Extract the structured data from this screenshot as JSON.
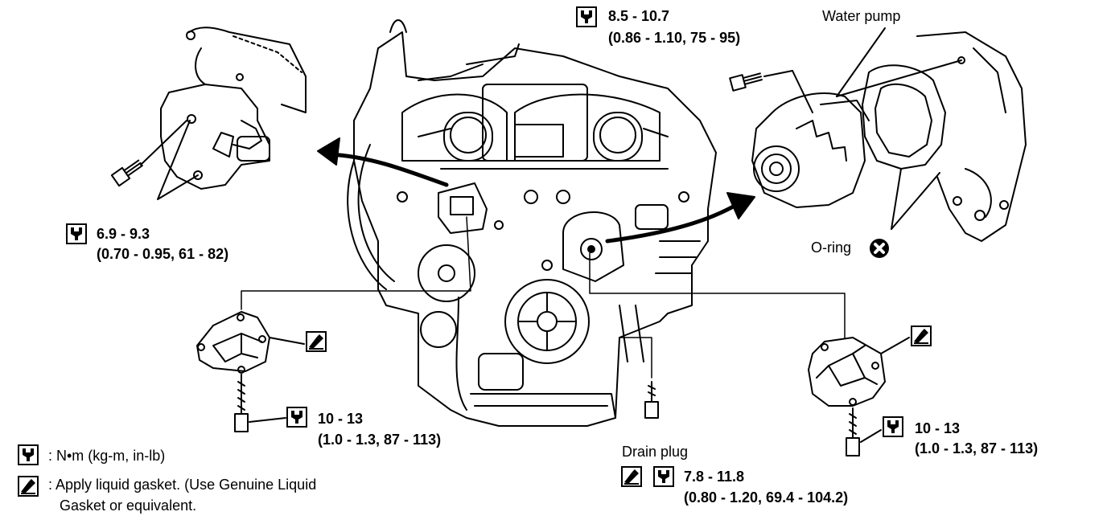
{
  "callouts": {
    "top_torque": {
      "value": "8.5 - 10.7",
      "detail": "(0.86 - 1.10, 75 - 95)"
    },
    "water_pump_label": "Water pump",
    "left_torque": {
      "value": "6.9 - 9.3",
      "detail": "(0.70 - 0.95, 61 - 82)"
    },
    "oring_label": "O-ring",
    "left_cover_torque": {
      "value": "10 - 13",
      "detail": "(1.0 - 1.3, 87 - 113)"
    },
    "right_cover_torque": {
      "value": "10 - 13",
      "detail": "(1.0 - 1.3, 87 - 113)"
    },
    "drain_plug_label": "Drain plug",
    "drain_plug_torque": {
      "value": "7.8 - 11.8",
      "detail": "(0.80 - 1.20, 69.4 - 104.2)"
    }
  },
  "legend": {
    "torque_units": ": N•m (kg-m, in-lb)",
    "gasket_line1": ": Apply liquid gasket. (Use Genuine Liquid",
    "gasket_line2": "Gasket or equivalent."
  },
  "icons": [
    "torque-wrench-icon",
    "liquid-gasket-icon",
    "do-not-reuse-icon"
  ]
}
